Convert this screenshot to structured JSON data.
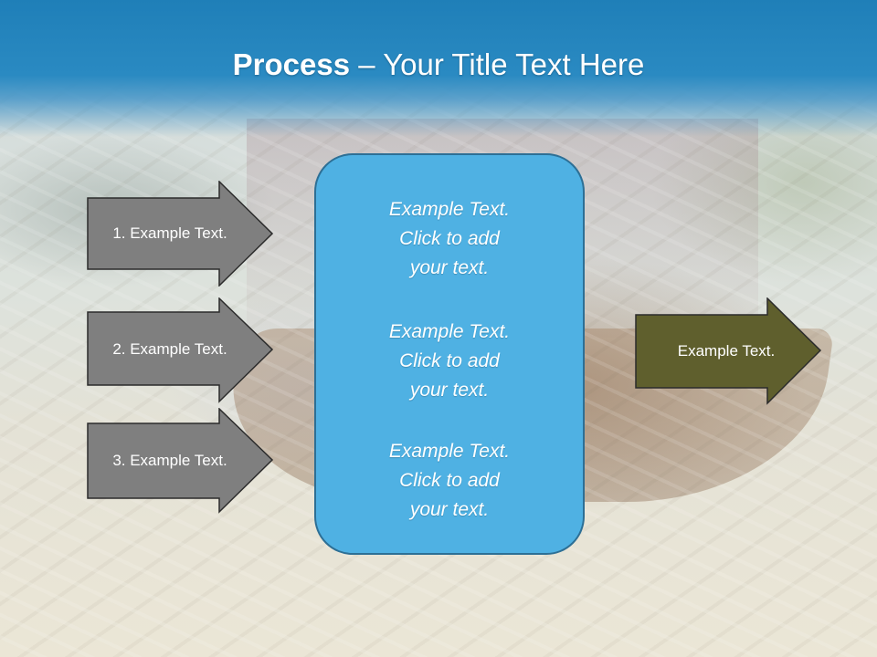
{
  "title": {
    "bold": "Process",
    "rest": " – Your Title Text Here"
  },
  "steps": [
    {
      "label": "1. Example Text."
    },
    {
      "label": "2. Example Text."
    },
    {
      "label": "3. Example Text."
    }
  ],
  "center_box": {
    "blocks": [
      {
        "line1": "Example Text.",
        "line2": "Click  to add",
        "line3": "your text."
      },
      {
        "line1": "Example Text.",
        "line2": "Click  to add",
        "line3": "your text."
      },
      {
        "line1": "Example Text.",
        "line2": "Click  to add",
        "line3": "your text."
      }
    ]
  },
  "output": {
    "label": "Example Text."
  },
  "colors": {
    "header": "#1f7fb8",
    "step_arrow": "#7f7f7f",
    "center_box": "#4fb1e3",
    "output_arrow": "#5f5f2d"
  }
}
